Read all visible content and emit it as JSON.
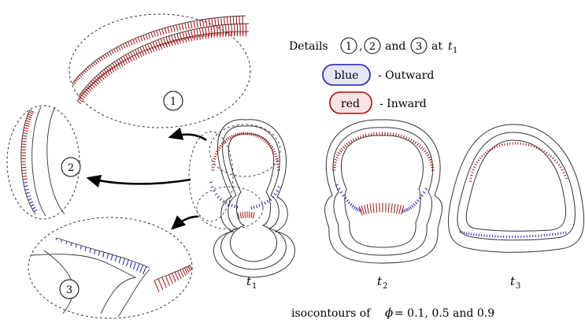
{
  "legend": {
    "details_prefix": "Details",
    "detail_1": "1",
    "detail_sep": ",",
    "detail_2": "2",
    "detail_and": "and",
    "detail_3": "3",
    "at_text": "at",
    "t1_sym": "t",
    "t1_sub": "1",
    "blue_label": "blue",
    "blue_desc": "- Outward",
    "red_label": "red",
    "red_desc": "- Inward"
  },
  "colors": {
    "outward": "#1a1aa8",
    "inward": "#a01010",
    "blue_fill": "#e4e6f6",
    "red_fill": "#f8e2e2",
    "contour": "#333333"
  },
  "zooms": {
    "z1": "1",
    "z2": "2",
    "z3": "3"
  },
  "stages": [
    {
      "sym": "t",
      "sub": "1"
    },
    {
      "sym": "t",
      "sub": "2"
    },
    {
      "sym": "t",
      "sub": "3"
    }
  ],
  "caption": {
    "prefix": "isocontours of",
    "phi": "ϕ",
    "rest": "= 0.1, 0.5 and 0.9"
  }
}
